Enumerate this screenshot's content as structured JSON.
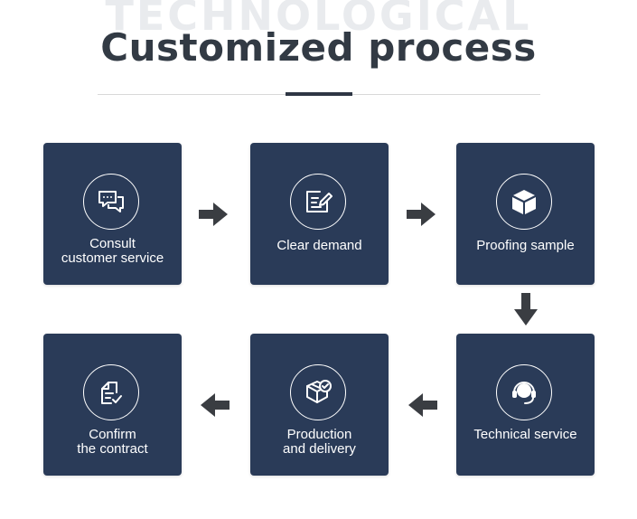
{
  "header": {
    "watermark": "TECHNOLOGICAL",
    "title": "Customized process"
  },
  "colors": {
    "card_bg": "#2a3b58",
    "title_text": "#323a44",
    "arrow": "#3a3d42"
  },
  "steps": [
    {
      "line1": "Consult",
      "line2": "customer service",
      "icon": "chat-bubbles-icon"
    },
    {
      "line1": "Clear demand",
      "line2": "",
      "icon": "edit-form-icon"
    },
    {
      "line1": "Proofing sample",
      "line2": "",
      "icon": "cube-icon"
    },
    {
      "line1": "Technical service",
      "line2": "",
      "icon": "headset-icon"
    },
    {
      "line1": "Production",
      "line2": "and delivery",
      "icon": "box-check-icon"
    },
    {
      "line1": "Confirm",
      "line2": "the contract",
      "icon": "contract-check-icon"
    }
  ]
}
